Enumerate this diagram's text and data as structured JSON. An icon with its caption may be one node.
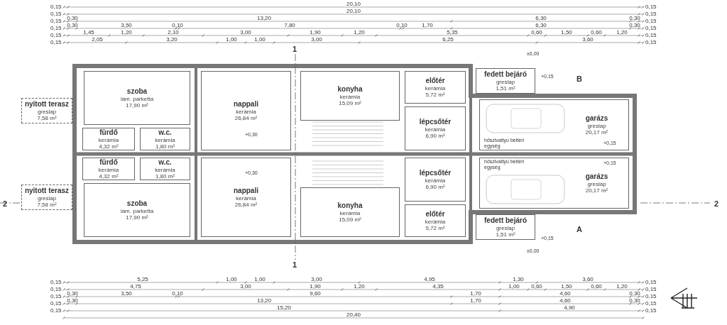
{
  "diagram": {
    "nodes": [
      {
        "text": [
          "nyitott terasz",
          "greslap",
          "7,58 m²"
        ]
      },
      {
        "text": [
          "szoba",
          "lam. parketta",
          "17,90 m²"
        ]
      },
      {
        "text": [
          "nappali",
          "kerámia",
          "26,84 m²"
        ]
      },
      {
        "text": [
          "konyha",
          "kerámia",
          "15,09 m²"
        ]
      },
      {
        "text": [
          "előtér",
          "kerámia",
          "5,72 m²"
        ]
      },
      {
        "text": [
          "fedett bejáró",
          "greslap",
          "1,51 m²"
        ]
      },
      {
        "text": [
          "lépcsőtér",
          "kerámia",
          "6,90 m²"
        ]
      },
      {
        "text": [
          "garázs",
          "greslap",
          "20,17 m²"
        ]
      },
      {
        "text": [
          "fürdő",
          "kerámia",
          "4,32 m²"
        ]
      },
      {
        "text": [
          "w.c.",
          "kerámia",
          "1,80 m²"
        ]
      },
      {
        "text": [
          "fürdő",
          "kerámia",
          "4,32 m²"
        ]
      },
      {
        "text": [
          "w.c.",
          "kerámia",
          "1,80 m²"
        ]
      },
      {
        "text": [
          "garázs",
          "greslap",
          "20,17 m²"
        ]
      },
      {
        "text": [
          "lépcsőtér",
          "kerámia",
          "6,90 m²"
        ]
      },
      {
        "text": [
          "nyitott terasz",
          "greslap",
          "7,58 m²"
        ]
      },
      {
        "text": [
          "szoba",
          "lam. parketta",
          "17,90 m²"
        ]
      },
      {
        "text": [
          "nappali",
          "kerámia",
          "26,84 m²"
        ]
      },
      {
        "text": [
          "konyha",
          "kerámia",
          "15,09 m²"
        ]
      },
      {
        "text": [
          "előtér",
          "kerámia",
          "5,72 m²"
        ]
      },
      {
        "text": [
          "fedett bejáró",
          "greslap",
          "1,51 m²"
        ]
      }
    ],
    "labels": [
      "0,15",
      "20,10",
      "0,15",
      "0,15",
      "20,10",
      "0,15",
      "0,15",
      "0,30",
      "13,20",
      "6,30",
      "0,30",
      "0,15",
      "0,15",
      "0,30",
      "3,50",
      "0,10",
      "7,80",
      "0,10",
      "1,70",
      "6,30",
      "0,30",
      "0,15",
      "0,15",
      "1,45",
      "1,20",
      "2,10",
      "3,00",
      "1,90",
      "1,20",
      "5,35",
      "0,60",
      "1,50",
      "0,60",
      "1,20",
      "0,15",
      "0,15",
      "2,05",
      "3,20",
      "1,00",
      "1,00",
      "3,00",
      "6,25",
      "3,60",
      "0,15",
      "1",
      "±0,00",
      "+0,15",
      "B",
      "+0,30",
      "hőszivattyú beltéri egység",
      "+0,15",
      "+0,15",
      "hőszivattyú beltéri egység",
      "+0,30",
      "2",
      "2",
      "A",
      "+0,15",
      "±0,00",
      "1",
      "0,15",
      "5,25",
      "1,00",
      "1,00",
      "3,00",
      "4,95",
      "1,30",
      "3,60",
      "0,15",
      "0,15",
      "4,75",
      "3,00",
      "1,90",
      "1,20",
      "4,35",
      "1,00",
      "0,60",
      "1,50",
      "0,60",
      "1,20",
      "0,15",
      "0,15",
      "0,30",
      "3,50",
      "0,10",
      "9,60",
      "1,70",
      "4,60",
      "0,30",
      "0,15",
      "0,15",
      "0,30",
      "13,20",
      "1,70",
      "4,60",
      "0,30",
      "0,15",
      "0,15",
      "15,20",
      "4,90",
      "0,15",
      "20,40"
    ]
  }
}
